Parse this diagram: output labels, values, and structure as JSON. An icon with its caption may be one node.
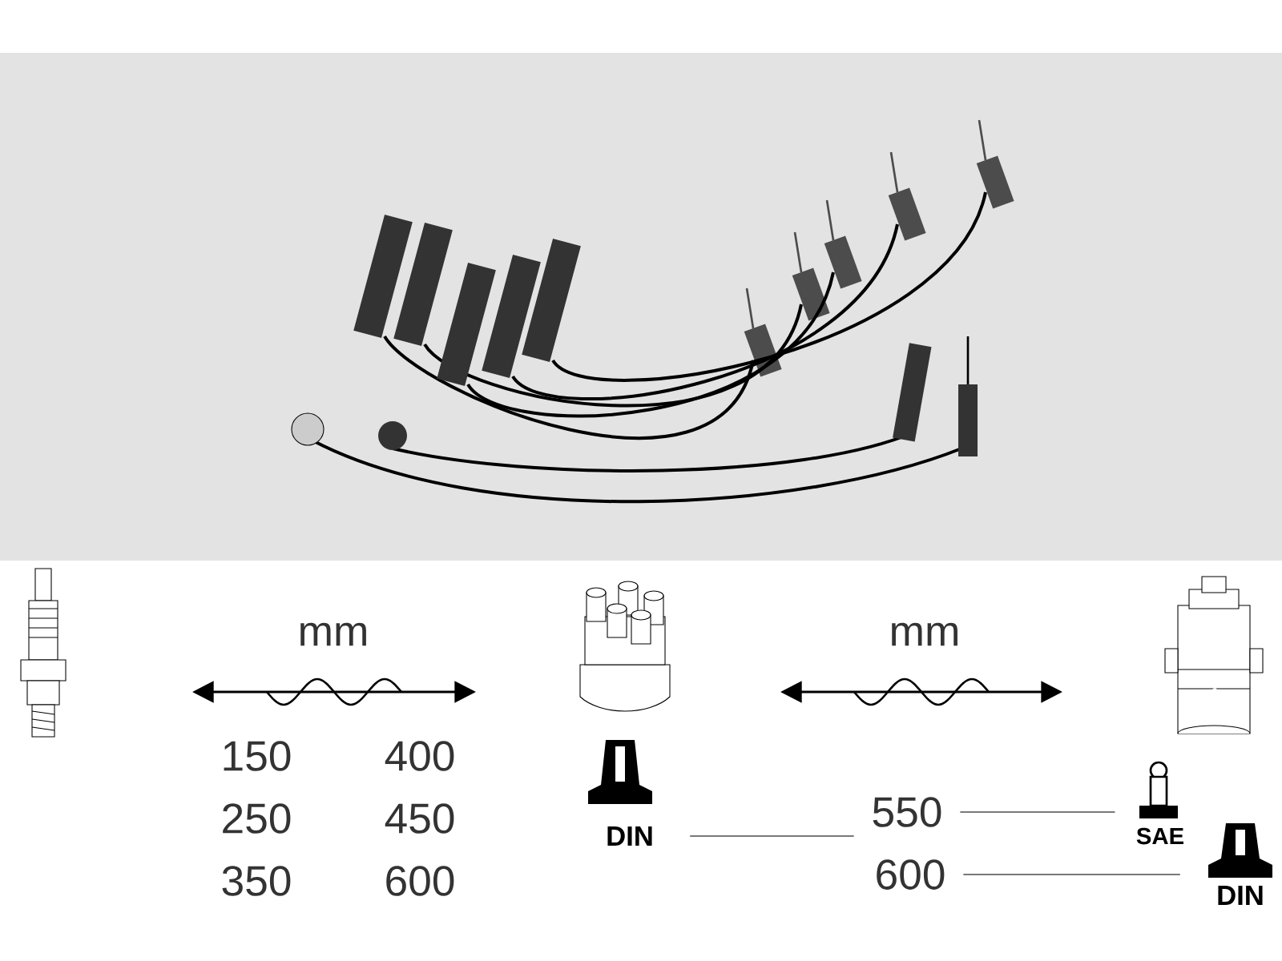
{
  "diagram": {
    "nodes": [
      {
        "text": [
          "DIN"
        ]
      },
      {
        "text": [
          "550"
        ]
      },
      {
        "text": [
          "SAE"
        ]
      },
      {
        "text": [
          "600"
        ]
      },
      {
        "text": [
          "DIN"
        ]
      }
    ],
    "edges": [
      {
        "from": 0,
        "to": 1,
        "arrow": "none"
      },
      {
        "from": 1,
        "to": 2,
        "arrow": "none"
      },
      {
        "from": 3,
        "to": 4,
        "arrow": "none"
      }
    ],
    "labels": [
      "mm",
      "150",
      "400",
      "250",
      "450",
      "350",
      "600",
      "mm"
    ]
  }
}
